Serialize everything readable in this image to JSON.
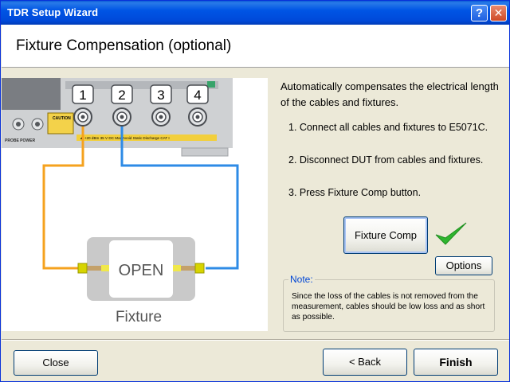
{
  "window": {
    "title": "TDR Setup Wizard",
    "help_glyph": "?",
    "close_glyph": "✕"
  },
  "header": {
    "title": "Fixture Compensation (optional)"
  },
  "description": "Automatically compensates the electrical length of the cables and fixtures.",
  "steps": [
    "1. Connect all cables and fixtures to E5071C.",
    "2. Disconnect DUT from cables and fixtures.",
    "3. Press Fixture Comp button."
  ],
  "buttons": {
    "fixture_comp": "Fixture Comp",
    "options": "Options",
    "close": "Close",
    "back": "< Back",
    "finish": "Finish"
  },
  "note": {
    "label": "Note:",
    "text": "Since the loss of the cables is not removed from the measurement, cables should be low loss and as short as possible."
  },
  "diagram": {
    "ports": [
      "1",
      "2",
      "3",
      "4"
    ],
    "front_label": "PROBE POWER",
    "caution": "CAUTION",
    "warning_strip": "▲ +20 dBm  35 V DC Max    Avoid Static Discharge CAT I",
    "standard": "OPEN",
    "fixture_label": "Fixture"
  },
  "colors": {
    "cable_1": "#f5a21e",
    "cable_2": "#2e8be6",
    "check": "#2fb52f",
    "note_label": "#0046d5"
  }
}
